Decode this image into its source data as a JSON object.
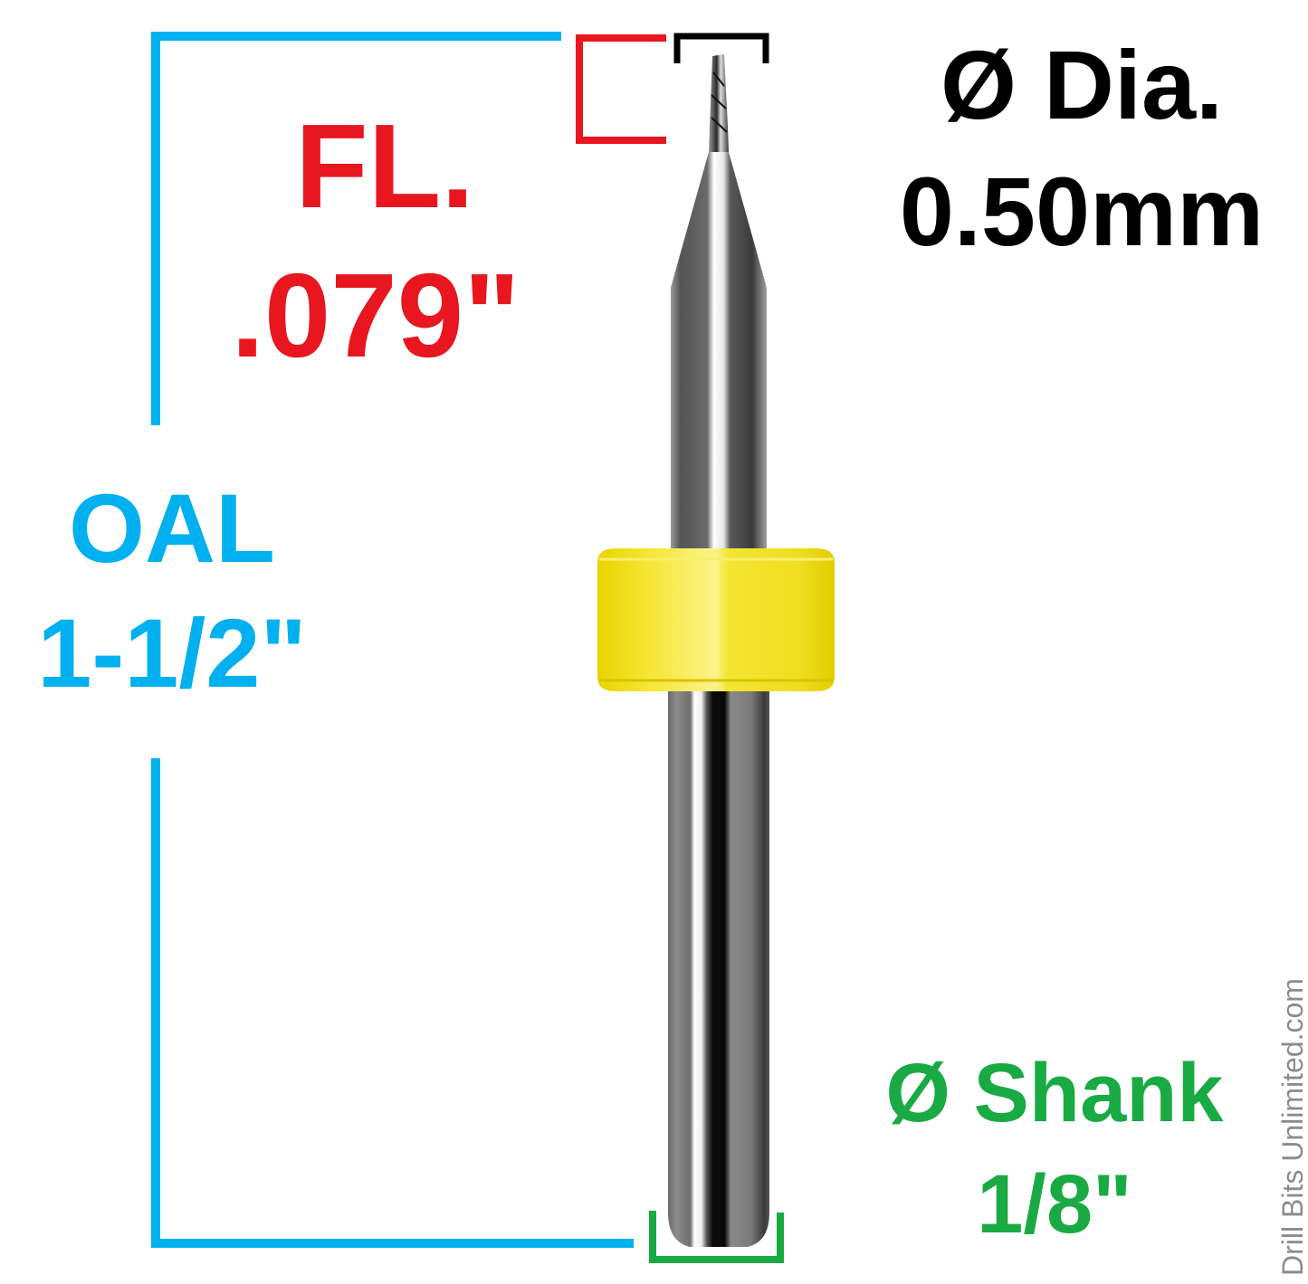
{
  "product": {
    "type": "micro end mill",
    "collar_color": "#f2e21c"
  },
  "labels": {
    "flute_length": {
      "title": "FL.",
      "value": ".079\"",
      "color": "#e8161f"
    },
    "overall_length": {
      "title": "OAL",
      "value": "1-1/2\"",
      "color": "#00b0ef"
    },
    "diameter": {
      "title": "Ø Dia.",
      "value": "0.50mm",
      "color": "#000000"
    },
    "shank": {
      "title": "Ø Shank",
      "value": "1/8\"",
      "color": "#1aaa44"
    }
  },
  "watermark": "Drill Bits Unlimited.com",
  "icons": {
    "diameter_symbol": "Ø"
  }
}
